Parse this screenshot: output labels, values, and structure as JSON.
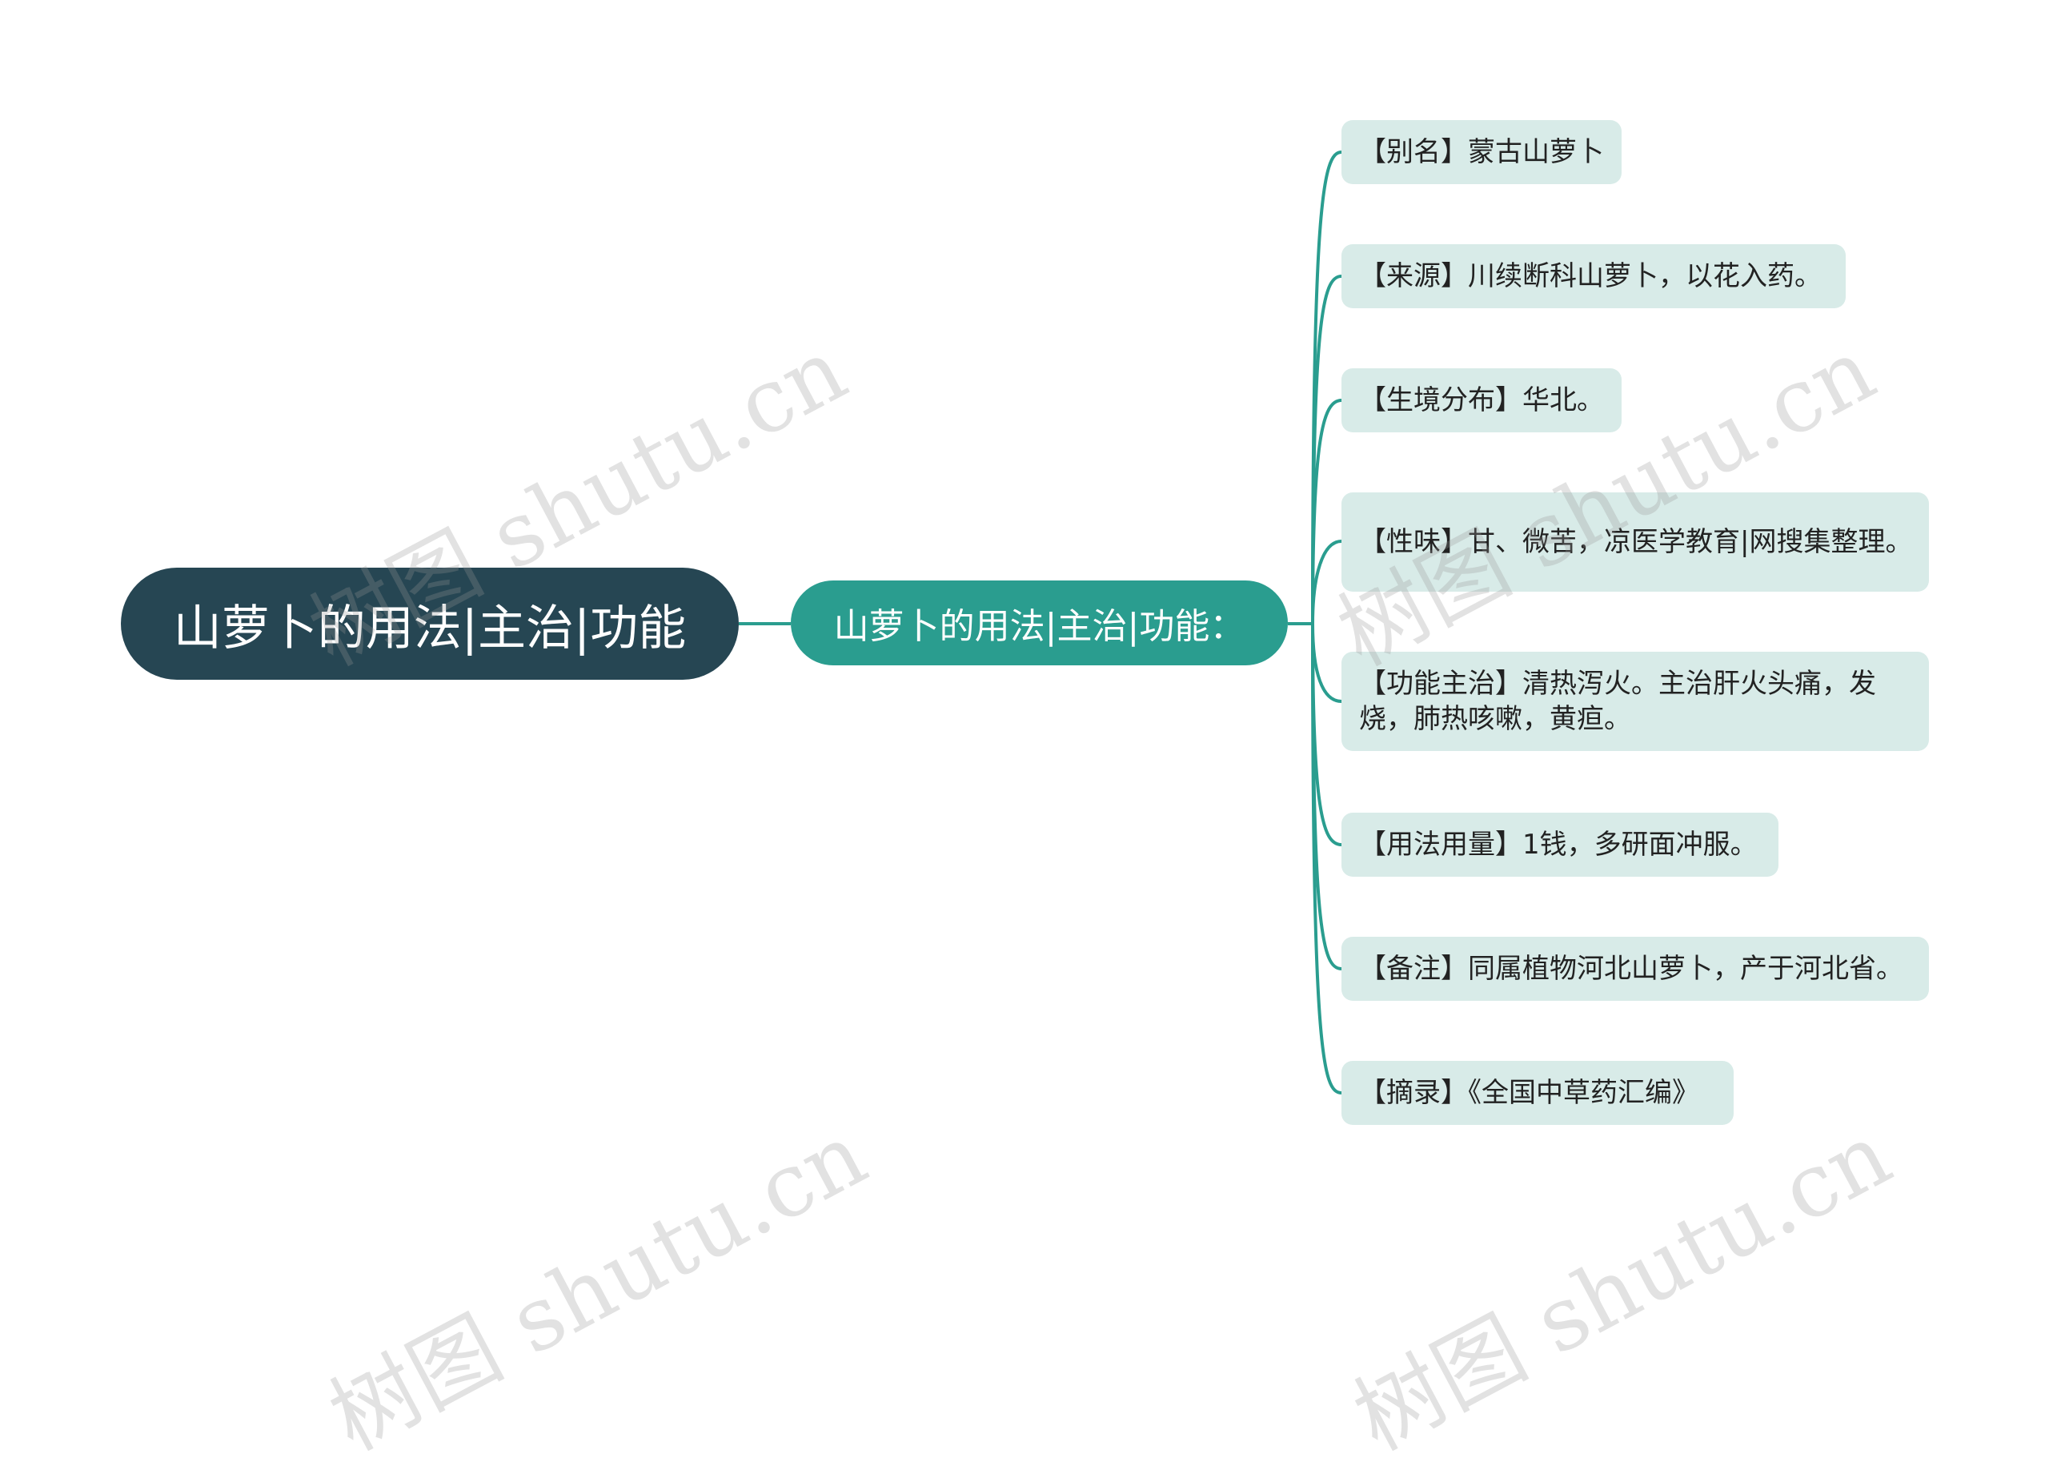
{
  "root": {
    "label": "山萝卜的用法|主治|功能"
  },
  "branch": {
    "label": "山萝卜的用法|主治|功能："
  },
  "leaves": [
    {
      "text": "【别名】蒙古山萝卜"
    },
    {
      "text": "【来源】川续断科山萝卜，以花入药。"
    },
    {
      "text": "【生境分布】华北。"
    },
    {
      "text": "【性味】甘、微苦，凉医学教育|网搜集整理。"
    },
    {
      "text": "【功能主治】清热泻火。主治肝火头痛，发烧，肺热咳嗽，黄疸。"
    },
    {
      "text": "【用法用量】1钱，多研面冲服。"
    },
    {
      "text": "【备注】同属植物河北山萝卜，产于河北省。"
    },
    {
      "text": "【摘录】《全国中草药汇编》"
    }
  ],
  "watermark": {
    "text": "树图 shutu.cn"
  },
  "colors": {
    "root_bg": "#264653",
    "branch_bg": "#2a9d8f",
    "leaf_bg": "#d8ebe8",
    "edge": "#2a9d8f"
  }
}
